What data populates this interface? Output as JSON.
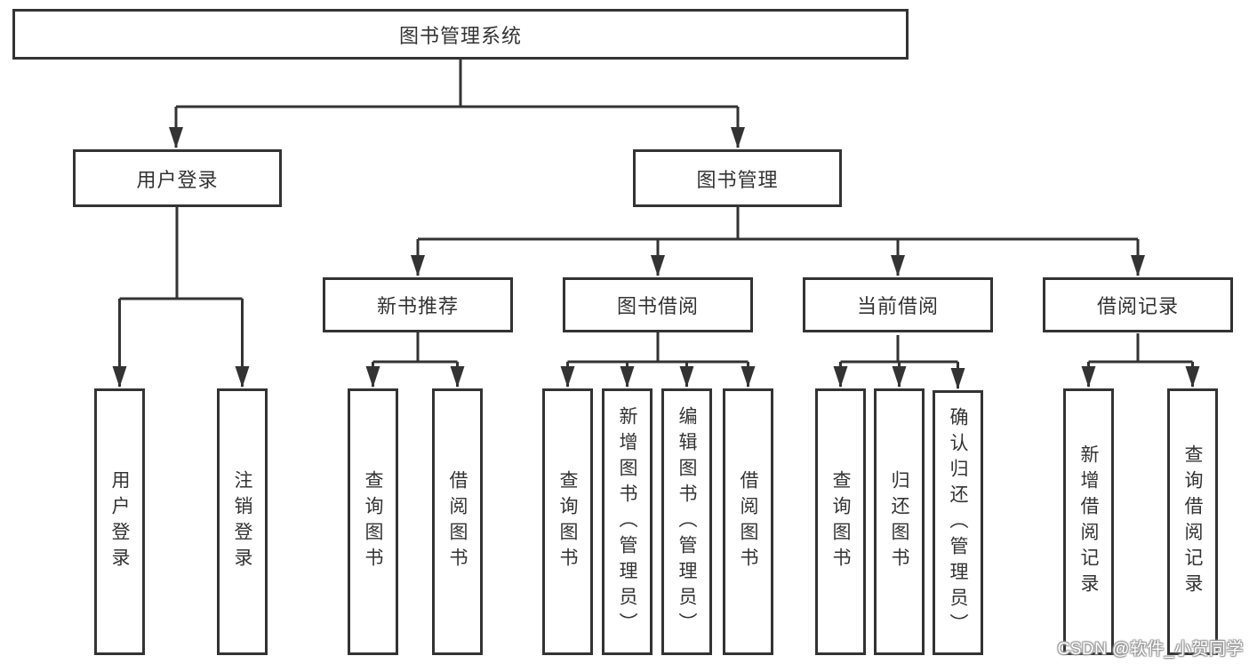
{
  "diagram": {
    "root": {
      "label": "图书管理系统"
    },
    "branches": [
      {
        "label": "用户登录",
        "children": [
          {
            "label": "用户登录"
          },
          {
            "label": "注销登录"
          }
        ]
      },
      {
        "label": "图书管理",
        "children": [
          {
            "label": "新书推荐",
            "children": [
              {
                "label": "查询图书"
              },
              {
                "label": "借阅图书"
              }
            ]
          },
          {
            "label": "图书借阅",
            "children": [
              {
                "label": "查询图书"
              },
              {
                "label": "新增图书（管理员）"
              },
              {
                "label": "编辑图书（管理员）"
              },
              {
                "label": "借阅图书"
              }
            ]
          },
          {
            "label": "当前借阅",
            "children": [
              {
                "label": "查询图书"
              },
              {
                "label": "归还图书"
              },
              {
                "label": "确认归还（管理员）"
              }
            ]
          },
          {
            "label": "借阅记录",
            "children": [
              {
                "label": "新增借阅记录"
              },
              {
                "label": "查询借阅记录"
              }
            ]
          }
        ]
      }
    ]
  },
  "watermark": "CSDN @软件_小贺同学",
  "colors": {
    "line": "#333333",
    "text": "#333333",
    "background": "#ffffff",
    "watermark_shadow": "#999999"
  }
}
